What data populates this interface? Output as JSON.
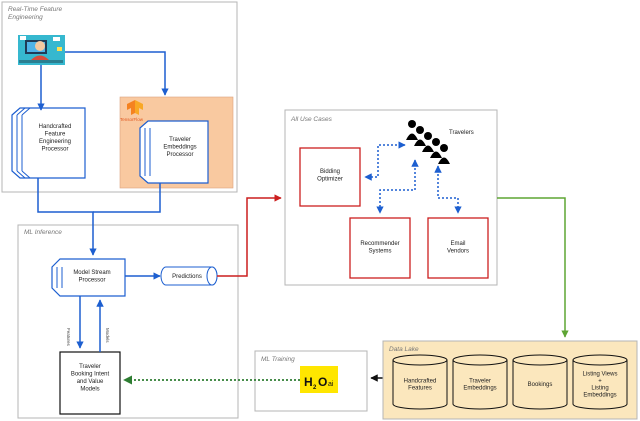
{
  "sections": {
    "realtime": {
      "title_line1": "Real-Time Feature",
      "title_line2": "Engineering"
    },
    "ml_inference": {
      "title": "ML Inference"
    },
    "use_cases": {
      "title": "All Use Cases"
    },
    "ml_training": {
      "title": "ML Training"
    },
    "data_lake": {
      "title": "Data Lake"
    }
  },
  "nodes": {
    "handcrafted_processor": [
      "Handcrafted",
      "Feature",
      "Engineering",
      "Processor"
    ],
    "embeddings_processor": [
      "Traveler",
      "Embeddings",
      "Processor"
    ],
    "tensorflow_label": "TensorFlow",
    "model_stream": [
      "Model Stream",
      "Processor"
    ],
    "predictions": "Predictions",
    "intent_models": [
      "Traveler",
      "Booking Intent",
      "and Value",
      "Models"
    ],
    "travelers": "Travelers",
    "bidding": [
      "Bidding",
      "Optimizer"
    ],
    "recommender": [
      "Recommender",
      "Systems"
    ],
    "email": [
      "Email",
      "Vendors"
    ],
    "h2o_logo": "H2O.ai",
    "db_handcrafted": [
      "Handcrafted",
      "Features"
    ],
    "db_embeddings": [
      "Traveler",
      "Embeddings"
    ],
    "db_bookings": [
      "Bookings"
    ],
    "db_listing": [
      "Listing Views",
      "+",
      "Listing",
      "Embeddings"
    ],
    "edge_left": "Features",
    "edge_right": "Models"
  },
  "colors": {
    "flow_blue": "#1d5fd0",
    "link_red": "#cc1f1f",
    "link_green": "#5ea534",
    "training_green": "#2e7d32",
    "data_lake_bg": "#fbe7bd",
    "embed_bg": "#f9c9a0",
    "h2o_yellow": "#ffe600"
  }
}
